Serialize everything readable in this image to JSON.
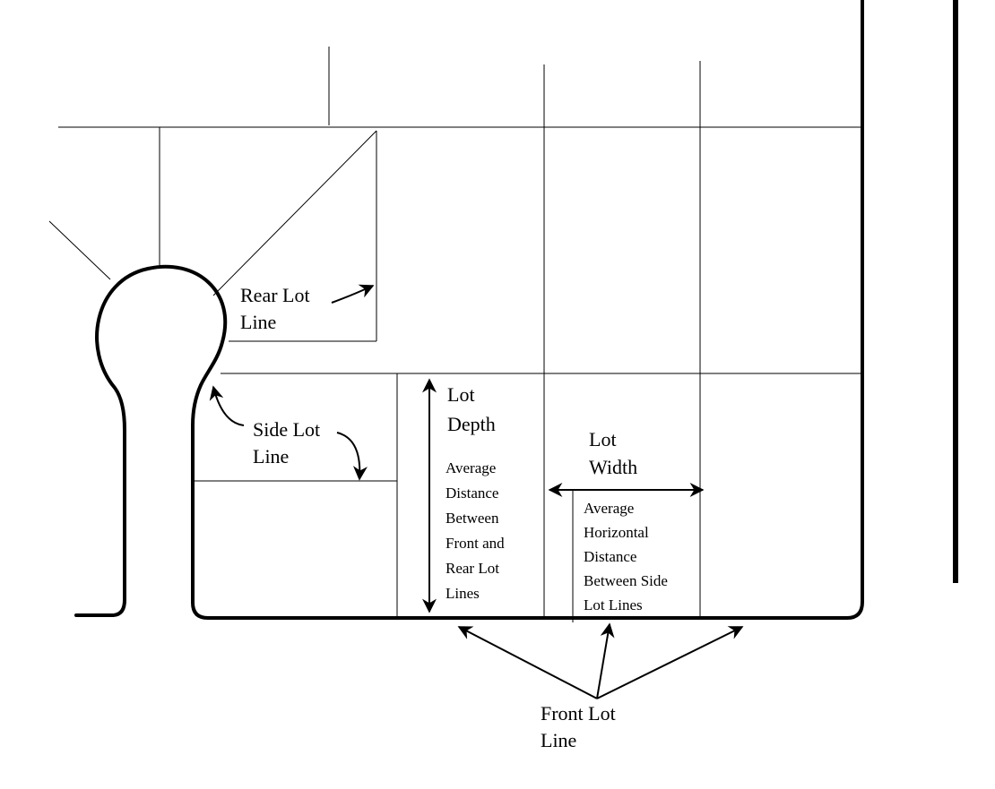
{
  "labels": {
    "rear_lot_line": [
      "Rear Lot",
      "Line"
    ],
    "side_lot_line": [
      "Side Lot",
      "Line"
    ],
    "lot_depth": [
      "Lot",
      "Depth"
    ],
    "depth_desc": [
      "Average",
      "Distance",
      "Between",
      "Front and",
      "Rear Lot",
      "Lines"
    ],
    "lot_width": [
      "Lot",
      "Width"
    ],
    "width_desc": [
      "Average",
      "Horizontal",
      "Distance",
      "Between  Side",
      "Lot Lines"
    ],
    "front_lot_line": [
      "Front Lot",
      "Line"
    ]
  },
  "colors": {
    "ink": "#000000",
    "background": "#ffffff"
  }
}
